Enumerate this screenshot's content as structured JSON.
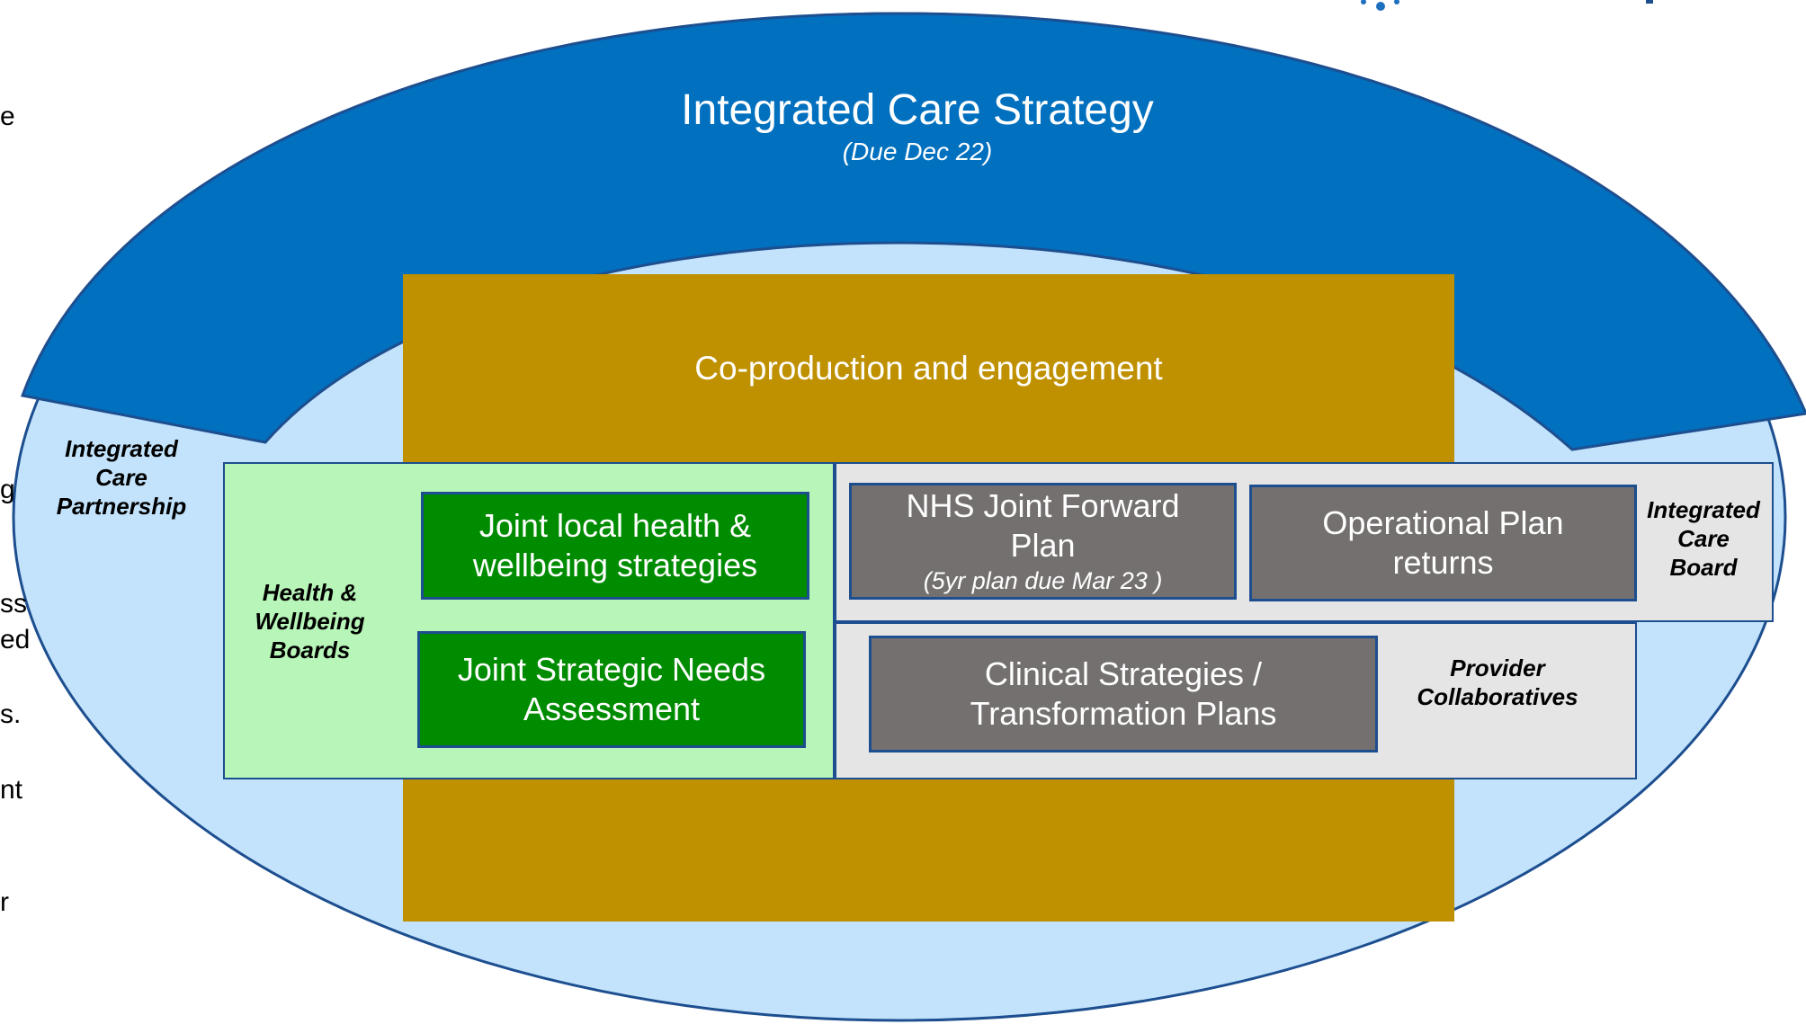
{
  "strategy": {
    "title": "Integrated Care Strategy",
    "subtitle": "(Due Dec 22)"
  },
  "coproduction": {
    "label": "Co-production and engagement"
  },
  "icp": {
    "label": "Integrated Care Partnership"
  },
  "hwb": {
    "label": "Health & Wellbeing Boards",
    "boxes": [
      {
        "text": "Joint local health & wellbeing strategies"
      },
      {
        "text": "Joint Strategic Needs Assessment"
      }
    ]
  },
  "icb": {
    "label": "Integrated Care Board",
    "boxes": [
      {
        "text": "NHS Joint Forward Plan",
        "note": "(5yr plan due Mar 23 )"
      },
      {
        "text": "Operational Plan returns"
      }
    ]
  },
  "provider": {
    "label": "Provider Collaboratives",
    "box": {
      "text": "Clinical Strategies / Transformation Plans"
    }
  },
  "left_cut_fragments": [
    "e",
    "g",
    "ss",
    "ed",
    "s.",
    "nt",
    "r"
  ],
  "colors": {
    "outer_ellipse": "#c2e3fb",
    "arc": "#0070bf",
    "coproduction": "#bf9000",
    "hwb_panel": "#b8f5b8",
    "green_box": "#008c00",
    "grey_panel": "#e5e5e5",
    "grey_box": "#757070",
    "border": "#1d4e8f"
  }
}
